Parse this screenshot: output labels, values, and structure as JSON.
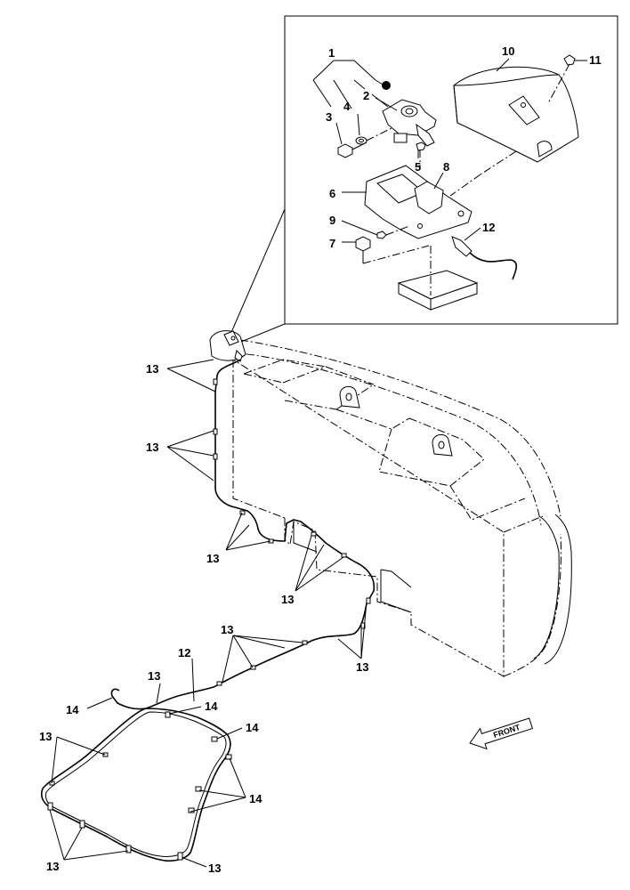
{
  "callouts": {
    "c1": "1",
    "c2": "2",
    "c3": "3",
    "c4": "4",
    "c5": "5",
    "c6": "6",
    "c7": "7",
    "c8": "8",
    "c9": "9",
    "c10": "10",
    "c11": "11",
    "c12": "12",
    "m13a": "13",
    "m13b": "13",
    "m13c": "13",
    "m13d": "13",
    "m13e": "13",
    "m13f": "13",
    "m13g": "13",
    "m12": "12",
    "m14a": "14",
    "m14b": "14",
    "m14c": "14",
    "m14d": "14",
    "m13h": "13",
    "m13i": "13",
    "m13j": "13"
  },
  "front_arrow": {
    "label": "FRONT"
  }
}
